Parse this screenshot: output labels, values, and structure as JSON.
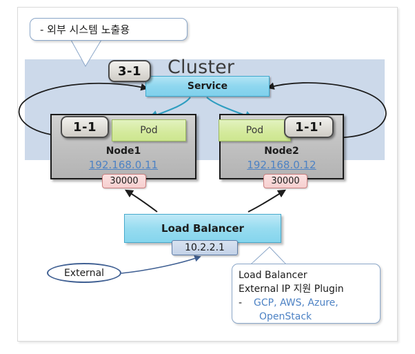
{
  "diagram": {
    "title_cluster": "Cluster",
    "callout_top": {
      "text": "- 외부 시스템 노출용"
    },
    "service": {
      "label": "Service"
    },
    "badges": {
      "step_3_1": "3-1",
      "step_1_1": "1-1",
      "step_1_1_prime": "1-1'"
    },
    "nodes": [
      {
        "name": "Node1",
        "ip": "192.168.0.11",
        "pod_label": "Pod",
        "port": "30000"
      },
      {
        "name": "Node2",
        "ip": "192.168.0.12",
        "pod_label": "Pod",
        "port": "30000"
      }
    ],
    "load_balancer": {
      "label": "Load Balancer",
      "ip": "10.2.2.1"
    },
    "external": {
      "label": "External"
    },
    "callout_bottom": {
      "line1": "Load Balancer",
      "line2": "External IP 지원 Plugin",
      "dash": "-",
      "line3": "GCP, AWS, Azure,",
      "line4": "OpenStack"
    },
    "colors": {
      "cluster_band": "#ccd9ea",
      "service_fill": "#8fd7ef",
      "pod_fill": "#d4ea9c",
      "node_fill": "#c3c3c3",
      "port_fill": "#f6cfcf",
      "lb_fill": "#97dcf0",
      "ip_text": "#4d82c4",
      "callout_border": "#8aa6c8"
    }
  }
}
